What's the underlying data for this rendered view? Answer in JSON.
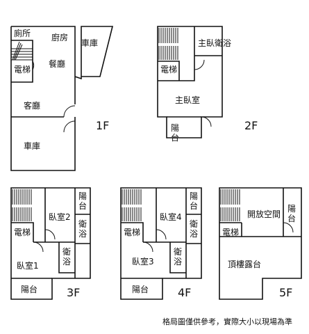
{
  "floors": [
    {
      "name": "1F",
      "rooms": {
        "toilet": "廁所",
        "kitchen": "廚房",
        "garage_right": "車庫",
        "dining": "餐廳",
        "elevator": "電梯",
        "living": "客廳",
        "garage_front": "車庫"
      }
    },
    {
      "name": "2F",
      "rooms": {
        "master_bath": "主臥衛浴",
        "elevator": "電梯",
        "master_bedroom": "主臥室",
        "balcony": "陽台"
      }
    },
    {
      "name": "3F",
      "rooms": {
        "balcony_top": "陽台",
        "bedroom2": "臥室2",
        "bath_top": "衛浴",
        "elevator": "電梯",
        "bath_mid": "衛浴",
        "bedroom1": "臥室1",
        "balcony_bottom": "陽台"
      }
    },
    {
      "name": "4F",
      "rooms": {
        "balcony_top": "陽台",
        "bedroom4": "臥室4",
        "bath_top": "衛浴",
        "elevator": "電梯",
        "bath_mid": "衛浴",
        "bedroom3": "臥室3",
        "balcony_bottom": "陽台"
      }
    },
    {
      "name": "5F",
      "rooms": {
        "open_space": "開放空間",
        "balcony": "陽台",
        "elevator": "電梯",
        "roof_terrace": "頂樓露台"
      }
    }
  ],
  "footnote": "格局圖僅供參考，實際大小以現場為準"
}
